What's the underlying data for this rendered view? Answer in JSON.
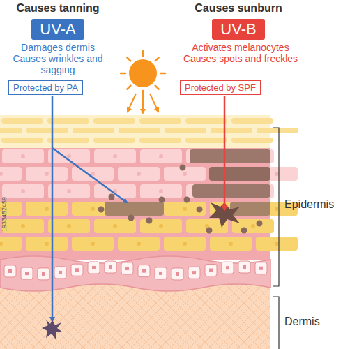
{
  "diagram": {
    "nodes": [
      {
        "text": [
          "Causes tanning",
          "UV-A"
        ]
      },
      {
        "text": [
          "Protected by PA"
        ]
      },
      {
        "text": [
          "Causes sunburn",
          "UV-B"
        ]
      },
      {
        "text": [
          "Protected by SPF"
        ]
      }
    ],
    "labels": [
      "Damages dermis Causes wrinkles and sagging",
      "Activates melanocytes Causes spots and freckles",
      "Epidermis",
      "Dermis",
      "1933452459"
    ]
  }
}
